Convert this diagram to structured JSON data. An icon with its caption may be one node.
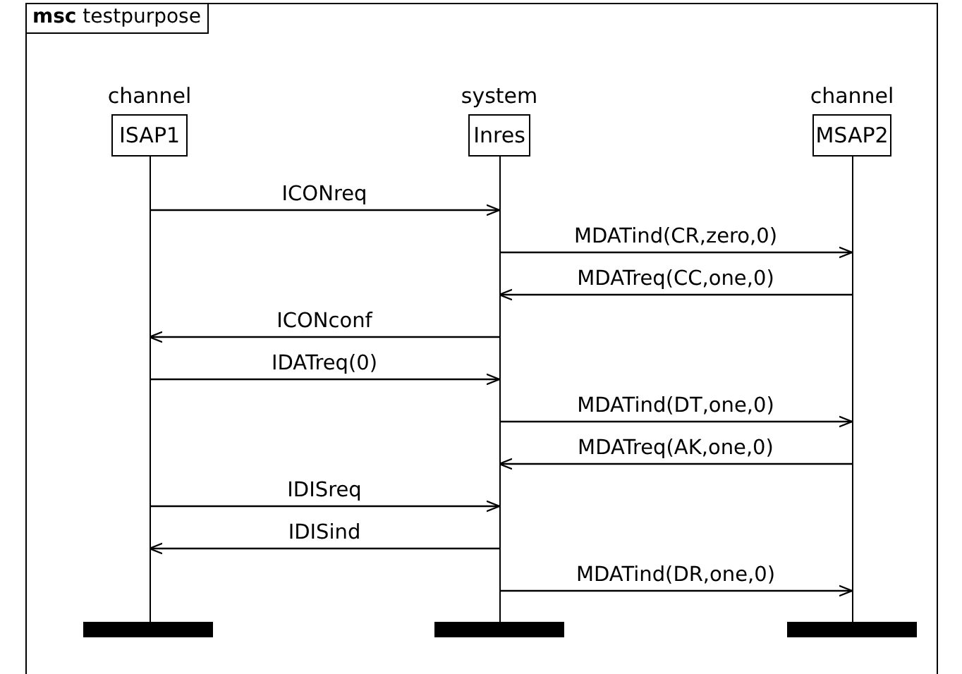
{
  "diagram": {
    "nodes": [
      {
        "text": [
          "**msc** testpurpose"
        ]
      },
      {
        "text": [
          "ISAP1"
        ],
        "in": 0,
        "beside": [
          "channel"
        ]
      },
      {
        "text": [
          "Inres"
        ],
        "in": 0,
        "beside": [
          "system"
        ]
      },
      {
        "text": [
          "MSAP2"
        ],
        "in": 0,
        "beside": [
          "channel"
        ]
      },
      {
        "text": [],
        "shape": "line",
        "in": 0
      },
      {
        "text": [],
        "shape": "line",
        "in": 0
      },
      {
        "text": [],
        "shape": "line",
        "in": 0
      },
      {
        "text": [],
        "shape": "bar",
        "in": 0
      },
      {
        "text": [],
        "shape": "bar",
        "in": 0
      },
      {
        "text": [],
        "shape": "bar",
        "in": 0
      }
    ],
    "edges": [
      {
        "from": 4,
        "to": 5,
        "arrow": "to",
        "label": "ICONreq"
      },
      {
        "from": 5,
        "to": 6,
        "arrow": "to",
        "label": "MDATind(CR,zero,0)"
      },
      {
        "from": 6,
        "to": 5,
        "arrow": "to",
        "label": "MDATreq(CC,one,0)"
      },
      {
        "from": 5,
        "to": 4,
        "arrow": "to",
        "label": "ICONconf"
      },
      {
        "from": 4,
        "to": 5,
        "arrow": "to",
        "label": "IDATreq(0)"
      },
      {
        "from": 5,
        "to": 6,
        "arrow": "to",
        "label": "MDATind(DT,one,0)"
      },
      {
        "from": 6,
        "to": 5,
        "arrow": "to",
        "label": "MDATreq(AK,one,0)"
      },
      {
        "from": 4,
        "to": 5,
        "arrow": "to",
        "label": "IDISreq"
      },
      {
        "from": 5,
        "to": 4,
        "arrow": "to",
        "label": "IDISind"
      },
      {
        "from": 5,
        "to": 6,
        "arrow": "to",
        "label": "MDATind(DR,one,0)"
      }
    ]
  }
}
